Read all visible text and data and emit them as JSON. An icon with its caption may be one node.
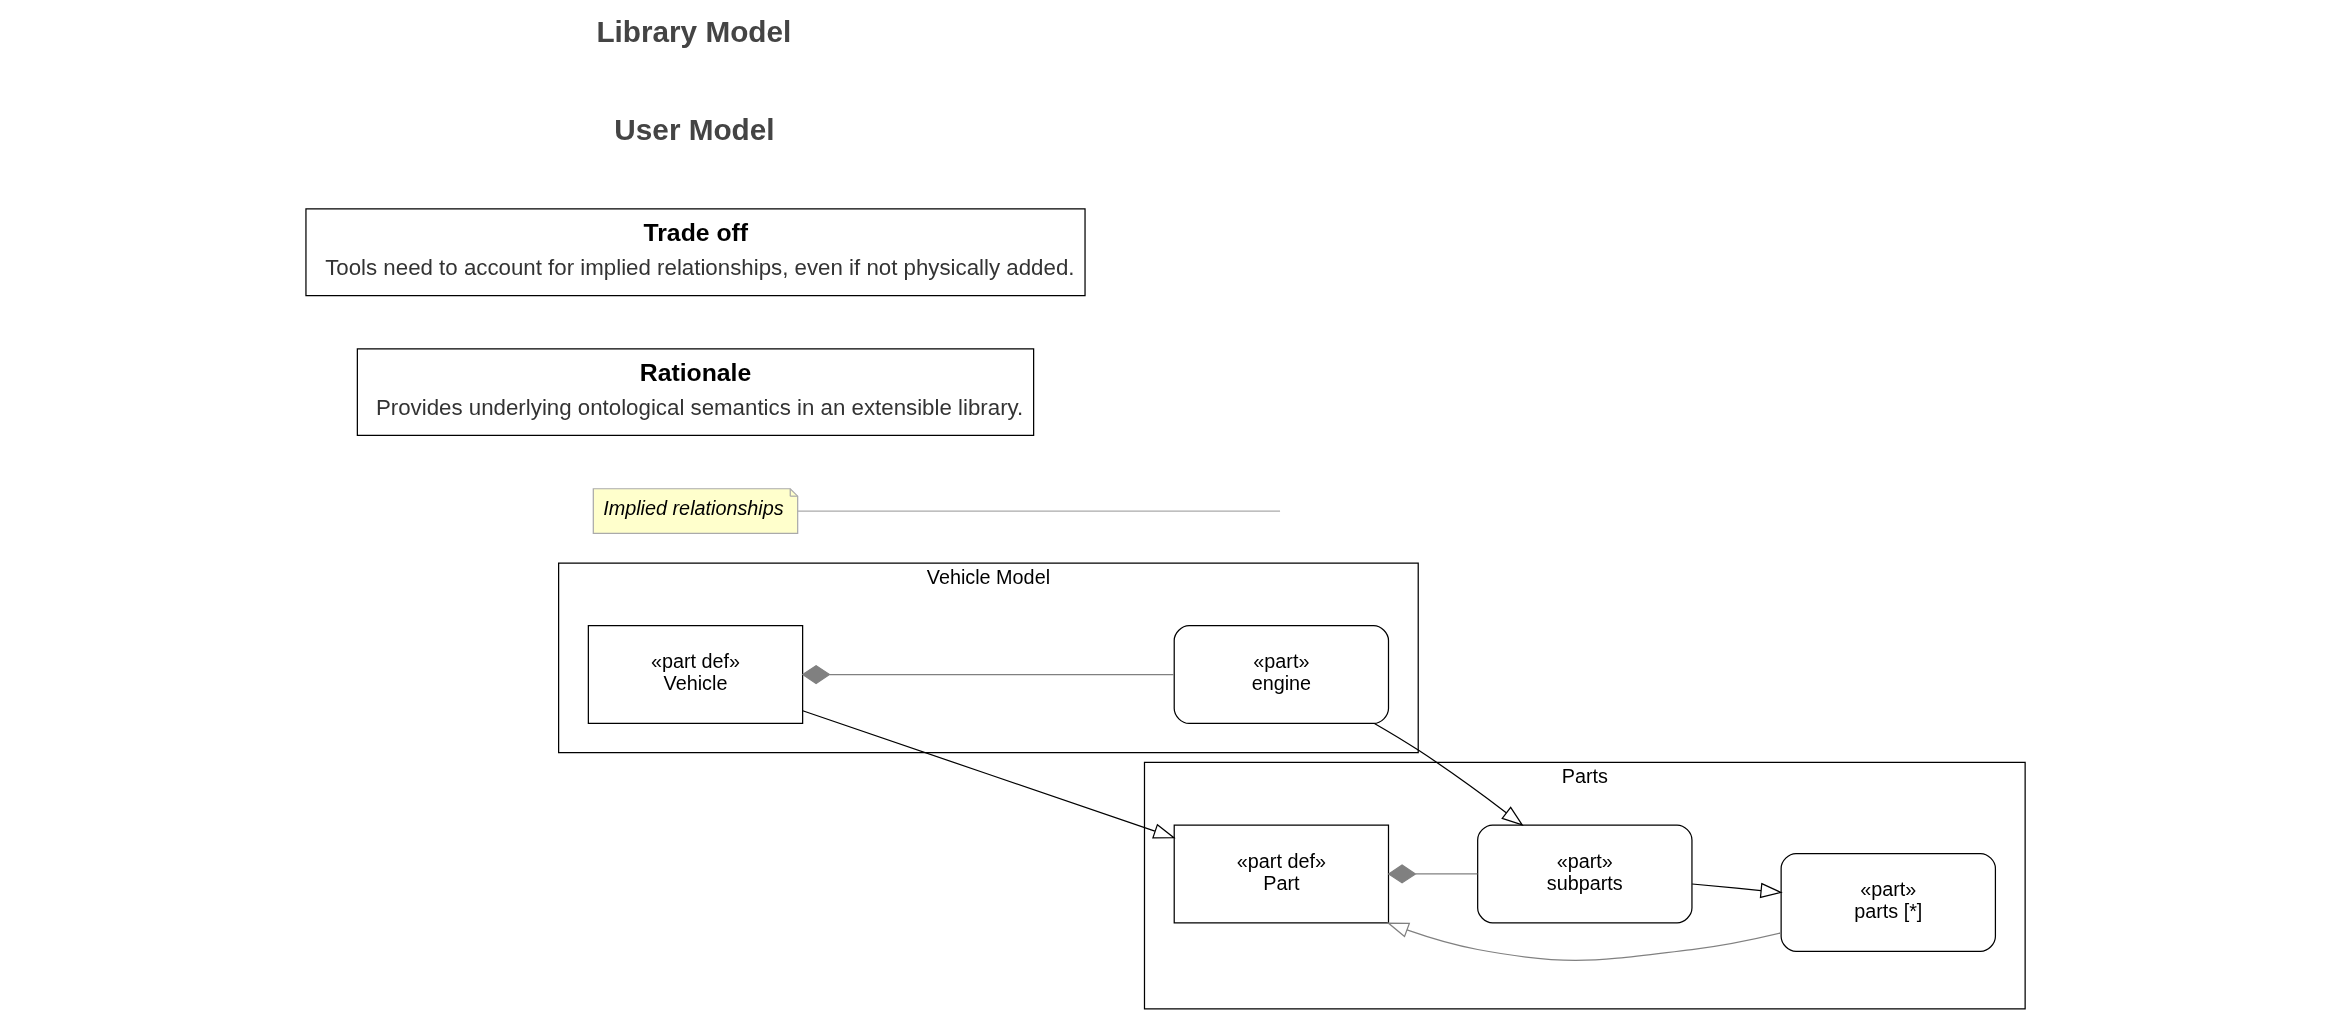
{
  "diagram": {
    "nodes": [
      {
        "text": [
          "Vehicle Model"
        ]
      },
      {
        "text": [
          "«part def»",
          "Vehicle"
        ],
        "in": 0
      },
      {
        "text": [
          "«part»",
          "engine"
        ],
        "in": 0
      },
      {
        "text": [
          "Parts"
        ]
      },
      {
        "text": [
          "«part def»",
          "Part"
        ],
        "in": 3
      },
      {
        "text": [
          "«part»",
          "parts [*]"
        ],
        "in": 3
      },
      {
        "text": [
          "«part»",
          "subparts"
        ],
        "in": 3
      },
      {
        "text": [
          "Implied relationships"
        ]
      },
      {
        "text": [
          "Rationale",
          "Provides underlying ontological semantics in an extensible library."
        ]
      },
      {
        "text": [
          "Trade off",
          "Tools need to account for implied relationships, even if not physically added."
        ]
      }
    ],
    "edges": [
      {
        "from": 1,
        "to": 4,
        "arrow": "to"
      },
      {
        "from": 1,
        "to": 2,
        "arrow": "other",
        "color": "#808080"
      },
      {
        "from": 2,
        "to": 6,
        "arrow": "to"
      },
      {
        "from": 4,
        "to": 6,
        "arrow": "other",
        "color": "#808080"
      },
      {
        "from": 6,
        "to": 5,
        "arrow": "to"
      },
      {
        "from": 5,
        "to": 4,
        "arrow": "to",
        "color": "#808080"
      },
      {
        "from": 7,
        "to": null,
        "arrow": "none",
        "color": "#aaaaaa"
      }
    ],
    "labels": [
      "User Model",
      "Library Model"
    ]
  }
}
